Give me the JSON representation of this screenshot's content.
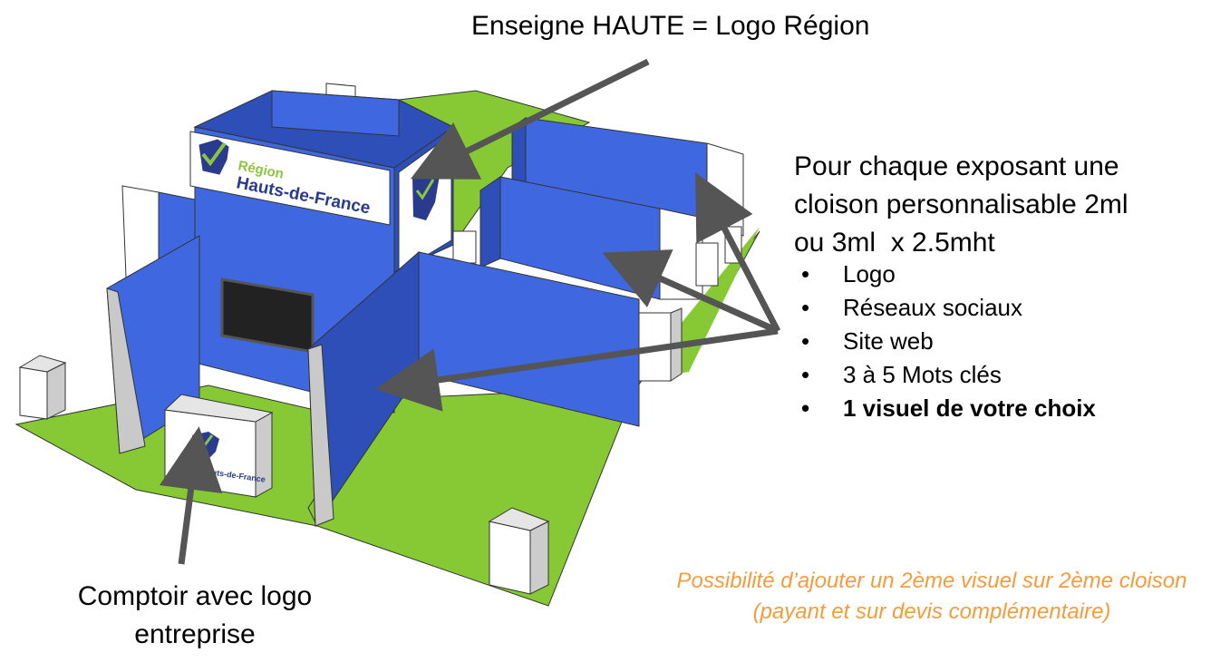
{
  "labels": {
    "enseigne": "Enseigne HAUTE = Logo Région",
    "cloison_line1": "Pour chaque exposant une",
    "cloison_line2": "cloison personnalisable 2ml",
    "cloison_line3": "ou 3ml  x 2.5mht",
    "bullet_symbol": "•",
    "bullets": [
      "Logo",
      "Réseaux sociaux",
      "Site web",
      "3 à 5 Mots clés",
      "1 visuel de votre choix"
    ],
    "comptoir_line1": "Comptoir avec logo",
    "comptoir_line2": "entreprise",
    "note_line1": "Possibilité d’ajouter un 2ème visuel sur 2ème cloison",
    "note_line2": "(payant et sur devis complémentaire)"
  },
  "logo": {
    "word1": "Région",
    "word2": "Hauts-de-France",
    "small": "Hauts-de-France"
  },
  "colors": {
    "floor": "#86c934",
    "wall_blue": "#3f67df",
    "wall_dark": "#2e4fb8",
    "white_panel": "#ffffff",
    "grey_side": "#c9c9c9",
    "arrow": "#555555",
    "logo_green": "#8cc63f",
    "logo_blue": "#2a3a8c",
    "note_orange": "#f39c3d"
  }
}
